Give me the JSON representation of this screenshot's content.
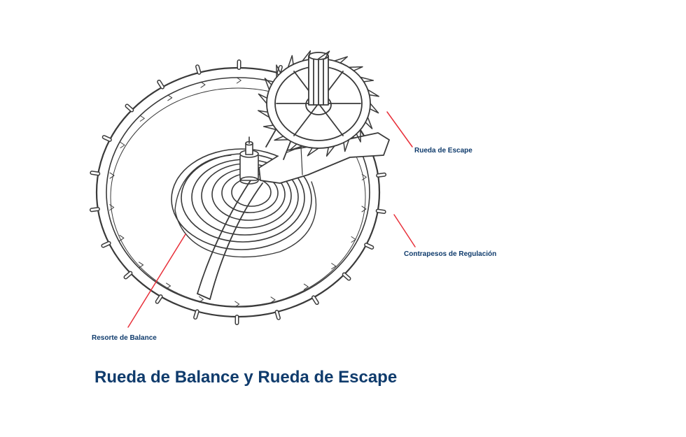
{
  "diagram": {
    "title": "Rueda de Balance y Rueda de Escape",
    "labels": {
      "escape_wheel": "Rueda de Escape",
      "regulating_weights": "Contrapesos de Regulación",
      "balance_spring": "Resorte de Balance"
    },
    "colors": {
      "label_text": "#0f3b6c",
      "title_text": "#0f3b6c",
      "leader_line": "#e8303a",
      "drawing_stroke": "#3a3a3a"
    }
  }
}
